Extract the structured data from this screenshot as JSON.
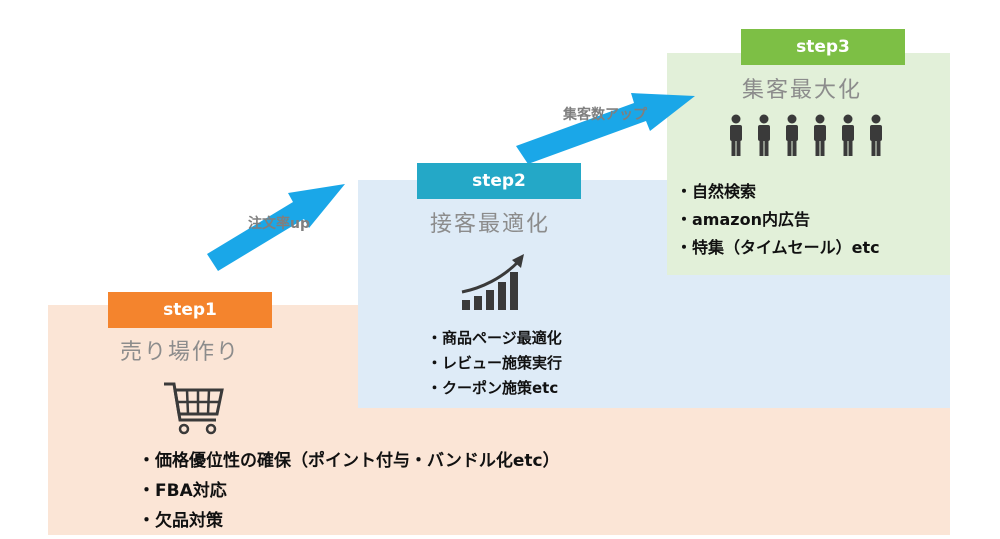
{
  "colors": {
    "step1": "#f4842d",
    "step2": "#24a8c7",
    "step3": "#7dbf45",
    "panel1": "#fbe5d6",
    "panel2": "#deebf7",
    "panel3": "#e2f0d9",
    "arrow": "#1aa7e8"
  },
  "steps": [
    {
      "badge": "step1",
      "title": "売り場作り",
      "icon": "shopping-cart-icon",
      "items": [
        "・価格優位性の確保（ポイント付与・バンドル化etc）",
        "・FBA対応",
        "・欠品対策"
      ]
    },
    {
      "badge": "step2",
      "title": "接客最適化",
      "icon": "rising-bar-chart-icon",
      "items": [
        "・商品ページ最適化",
        "・レビュー施策実行",
        "・クーポン施策etc"
      ]
    },
    {
      "badge": "step3",
      "title": "集客最大化",
      "icon": "people-icon",
      "items": [
        "・自然検索",
        "・amazon内広告",
        "・特集（タイムセール）etc"
      ]
    }
  ],
  "arrows": [
    {
      "label": "注文率up"
    },
    {
      "label": "集客数アップ"
    }
  ]
}
